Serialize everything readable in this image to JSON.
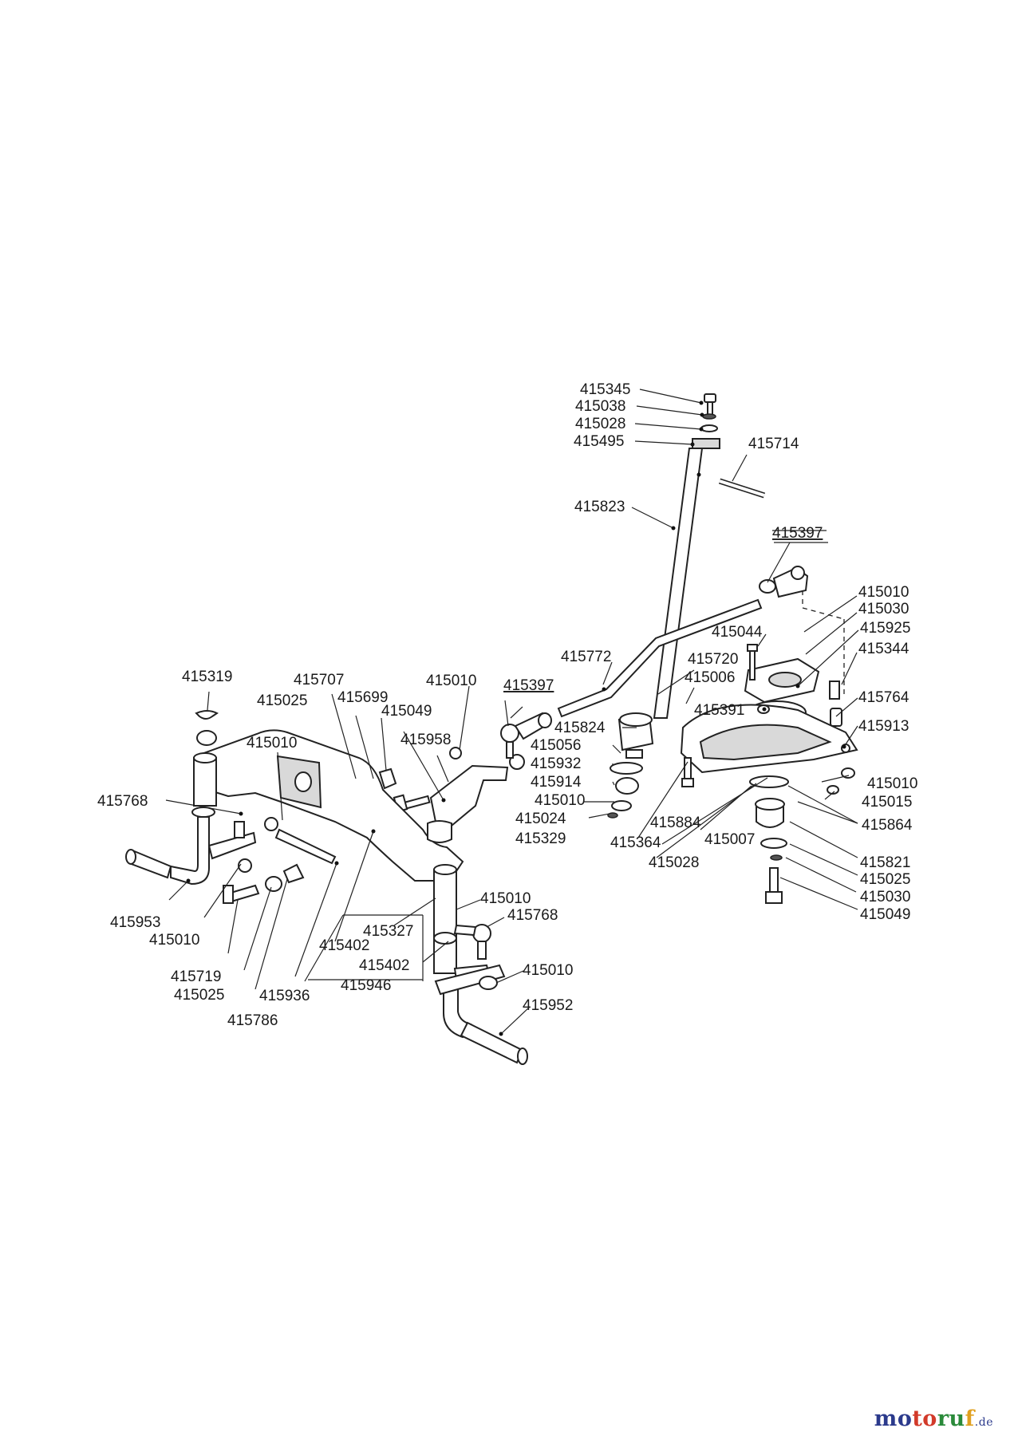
{
  "labels": {
    "l415345": "415345",
    "l415038": "415038",
    "l415028a": "415028",
    "l415495": "415495",
    "l415714": "415714",
    "l415823": "415823",
    "l415397a": "415397",
    "l415010a": "415010",
    "l415030a": "415030",
    "l415925": "415925",
    "l415044": "415044",
    "l415344": "415344",
    "l415772": "415772",
    "l415720": "415720",
    "l415006": "415006",
    "l415391": "415391",
    "l415764": "415764",
    "l415913": "415913",
    "l415319": "415319",
    "l415707": "415707",
    "l415025a": "415025",
    "l415699": "415699",
    "l415049a": "415049",
    "l415010b": "415010",
    "l415397b": "415397",
    "l415824": "415824",
    "l415056": "415056",
    "l415932": "415932",
    "l415914": "415914",
    "l415010c": "415010",
    "l415024": "415024",
    "l415329": "415329",
    "l415958": "415958",
    "l415010d": "415010",
    "l415768a": "415768",
    "l415884": "415884",
    "l415364": "415364",
    "l415007": "415007",
    "l415028b": "415028",
    "l415010e": "415010",
    "l415015": "415015",
    "l415864": "415864",
    "l415821": "415821",
    "l415025b": "415025",
    "l415030b": "415030",
    "l415049b": "415049",
    "l415953": "415953",
    "l415010f": "415010",
    "l415719": "415719",
    "l415025c": "415025",
    "l415786": "415786",
    "l415936": "415936",
    "l415402a": "415402",
    "l415327": "415327",
    "l415402b": "415402",
    "l415946": "415946",
    "l415010g": "415010",
    "l415768b": "415768",
    "l415010h": "415010",
    "l415952": "415952"
  },
  "brand": {
    "p1": "mo",
    "p2": "to",
    "p3": "ru",
    "p4": "f",
    "p5": ".de"
  }
}
